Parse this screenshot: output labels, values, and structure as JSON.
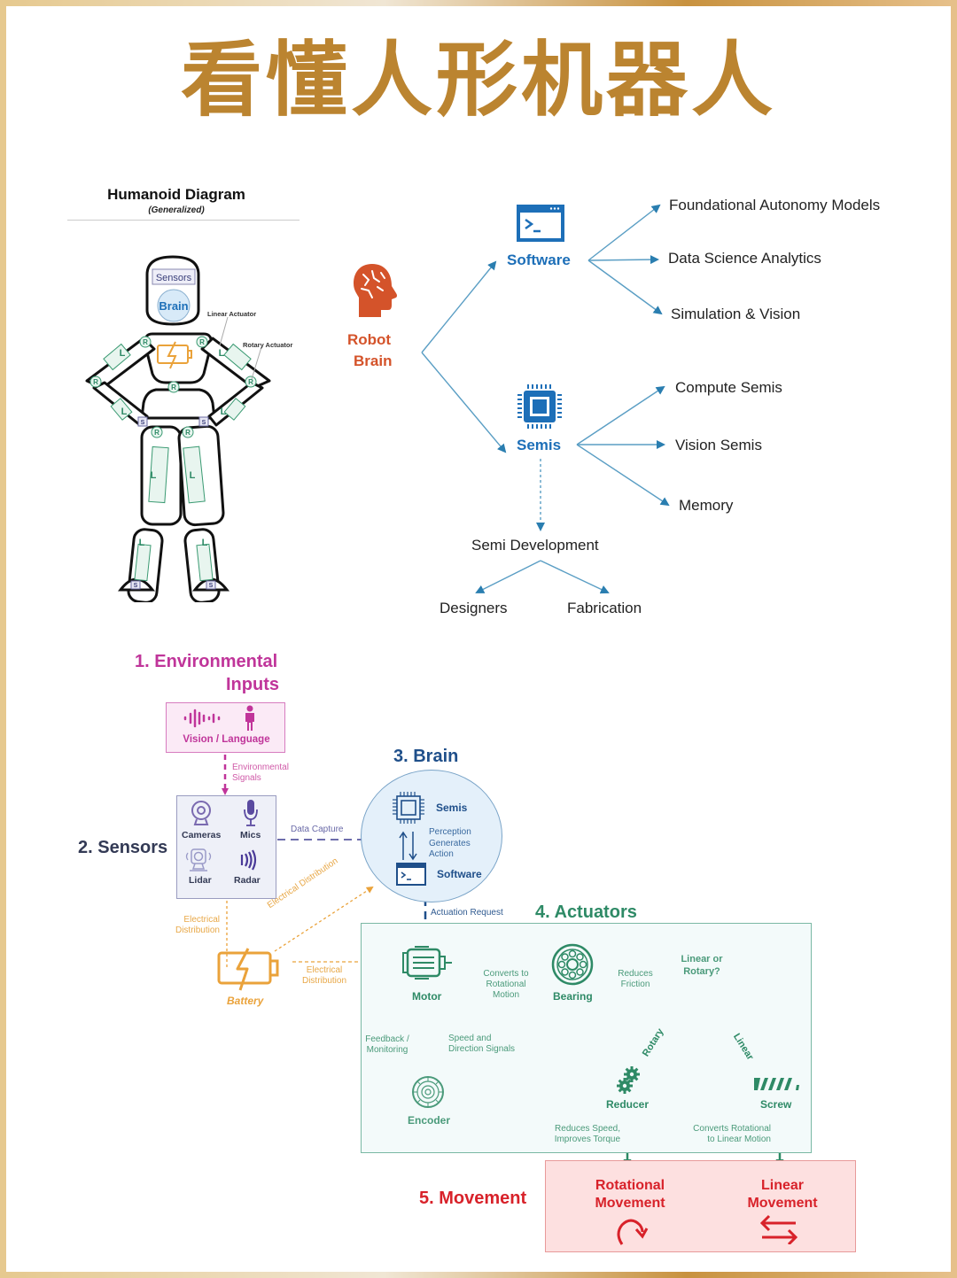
{
  "page_title": "看懂人形机器人",
  "humanoid": {
    "title": "Humanoid Diagram",
    "subtitle": "(Generalized)",
    "head_sensors": "Sensors",
    "head_brain": "Brain",
    "callout_linear": "Linear Actuator",
    "callout_rotary": "Rotary Actuator",
    "joint_rotary": "R",
    "joint_linear": "L",
    "joint_sensor": "S"
  },
  "tree": {
    "root": "Robot Brain",
    "root_line1": "Robot",
    "root_line2": "Brain",
    "software": {
      "label": "Software",
      "children": [
        "Foundational Autonomy Models",
        "Data Science Analytics",
        "Simulation & Vision"
      ]
    },
    "semis": {
      "label": "Semis",
      "children": [
        "Compute Semis",
        "Vision Semis",
        "Memory"
      ]
    },
    "semi_dev": {
      "label": "Semi Development",
      "children": [
        "Designers",
        "Fabrication"
      ]
    }
  },
  "flow": {
    "env": {
      "title_line1": "1. Environmental",
      "title_line2": "Inputs",
      "box_label": "Vision / Language",
      "signal_line1": "Environmental",
      "signal_line2": "Signals"
    },
    "sensors": {
      "title": "2. Sensors",
      "items": [
        "Cameras",
        "Mics",
        "Lidar",
        "Radar"
      ],
      "data_capture": "Data Capture"
    },
    "brain": {
      "title": "3. Brain",
      "semis": "Semis",
      "software": "Software",
      "loop_line1": "Perception",
      "loop_line2": "Generates",
      "loop_line3": "Action",
      "actuation_request": "Actuation Request"
    },
    "battery": {
      "label": "Battery",
      "dist_line1": "Electrical",
      "dist_line2": "Distribution",
      "diag_label": "Electrical Distribution"
    },
    "actuators": {
      "title": "4. Actuators",
      "motor": "Motor",
      "bearing": "Bearing",
      "encoder": "Encoder",
      "reducer": "Reducer",
      "screw": "Screw",
      "converts_line1": "Converts to",
      "converts_line2": "Rotational",
      "converts_line3": "Motion",
      "friction_line1": "Reduces",
      "friction_line2": "Friction",
      "question_line1": "Linear or",
      "question_line2": "Rotary?",
      "rotary": "Rotary",
      "linear": "Linear",
      "feedback_line1": "Feedback /",
      "feedback_line2": "Monitoring",
      "speed_line1": "Speed and",
      "speed_line2": "Direction Signals",
      "reducer_note_line1": "Reduces Speed,",
      "reducer_note_line2": "Improves Torque",
      "screw_note_line1": "Converts Rotational",
      "screw_note_line2": "to Linear Motion"
    },
    "movement": {
      "title": "5. Movement",
      "rot_line1": "Rotational",
      "rot_line2": "Movement",
      "lin_line1": "Linear",
      "lin_line2": "Movement"
    }
  },
  "colors": {
    "title_gold": "#bb8430",
    "blue": "#1d6fb8",
    "orange_brain": "#d4532a",
    "magenta": "#c0359a",
    "sensor_navy": "#3a3f7a",
    "brain_navy": "#1f4f8a",
    "battery_orange": "#eaa23a",
    "teal": "#2e8a66",
    "red": "#d8222a"
  }
}
